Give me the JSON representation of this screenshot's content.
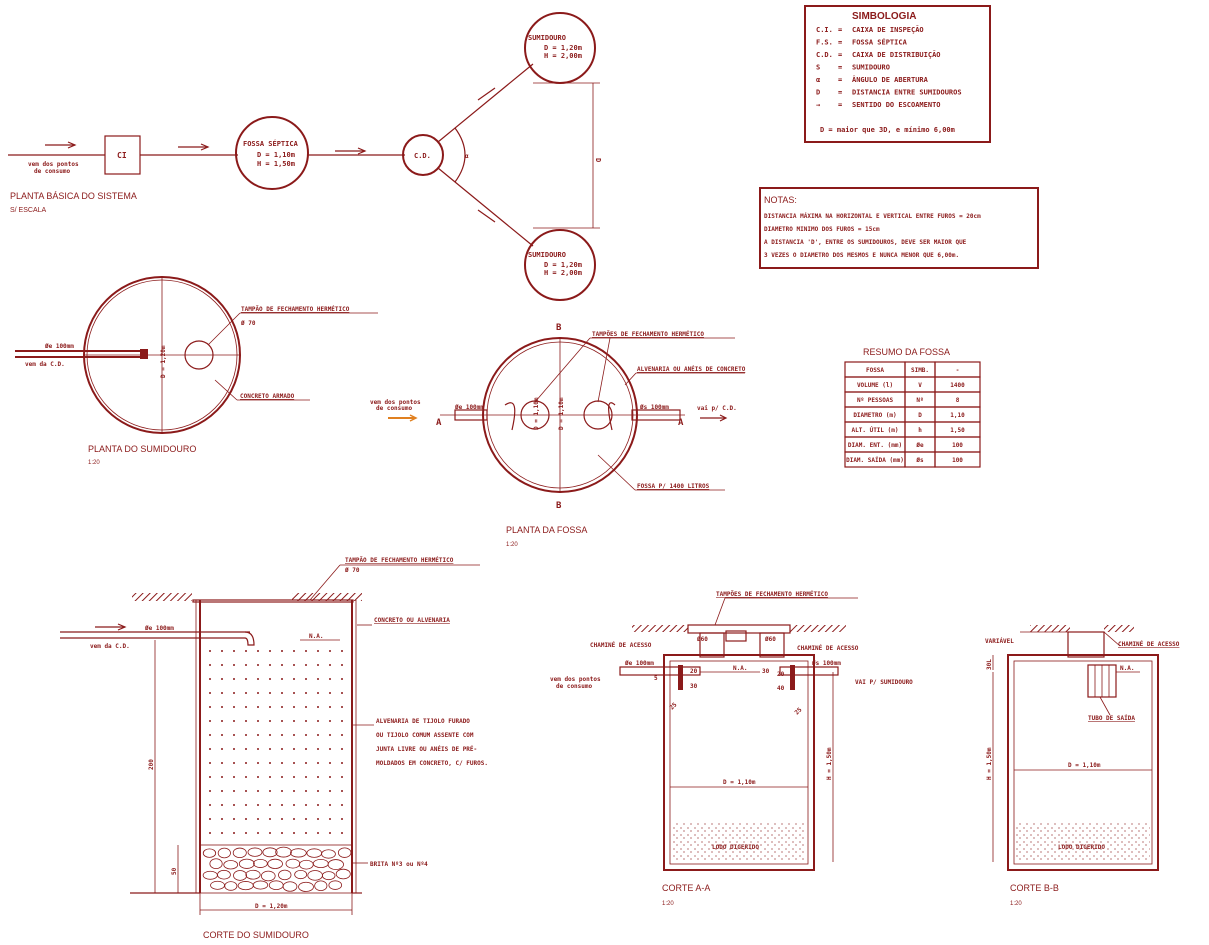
{
  "colors": {
    "line": "#8B1A1A"
  },
  "simbologia": {
    "title": "SIMBOLOGIA",
    "items": [
      {
        "code": "C.I.",
        "eq": "=",
        "desc": "CAIXA DE INSPEÇÃO"
      },
      {
        "code": "F.S.",
        "eq": "=",
        "desc": "FOSSA SÉPTICA"
      },
      {
        "code": "C.D.",
        "eq": "=",
        "desc": "CAIXA DE DISTRIBUIÇÃO"
      },
      {
        "code": "S",
        "eq": "=",
        "desc": "SUMIDOURO"
      },
      {
        "code": "α",
        "eq": "=",
        "desc": "ÂNGULO DE ABERTURA"
      },
      {
        "code": "D",
        "eq": "=",
        "desc": "DISTANCIA ENTRE SUMIDOUROS"
      },
      {
        "code": "→",
        "eq": "=",
        "desc": "SENTIDO DO ESCOAMENTO"
      }
    ],
    "rule": "D  =  maior que 3D, e mínimo 6,00m"
  },
  "notas": {
    "title": "NOTAS:",
    "lines": [
      "DISTANCIA MÁXIMA NA HORIZONTAL E VERTICAL ENTRE FUROS = 20cm",
      "DIAMETRO MINIMO DOS FUROS = 15cm",
      "A DISTANCIA 'D', ENTRE OS SUMIDOUROS, DEVE SER MAIOR QUE",
      "3 VEZES O DIAMETRO DOS MESMOS E NUNCA MENOR QUE 6,00m."
    ]
  },
  "resumo": {
    "title": "RESUMO DA FOSSA",
    "header": [
      "FOSSA",
      "SIMB.",
      "-"
    ],
    "rows": [
      [
        "VOLUME (l)",
        "V",
        "1400"
      ],
      [
        "Nº PESSOAS",
        "Nº",
        "8"
      ],
      [
        "DIAMETRO (m)",
        "D",
        "1,10"
      ],
      [
        "ALT. ÚTIL (m)",
        "h",
        "1,50"
      ],
      [
        "DIAM. ENT. (mm)",
        "Øe",
        "100"
      ],
      [
        "DIAM. SAÍDA (mm)",
        "Øs",
        "100"
      ]
    ]
  },
  "planta_basica": {
    "title": "PLANTA BÁSICA DO SISTEMA",
    "scale": "S/ ESCALA",
    "inlet1": "vem dos pontos",
    "inlet2": "de consumo",
    "ci": "CI",
    "fossa_label": "FOSSA SÉPTICA",
    "fossa_d": "D = 1,10m",
    "fossa_h": "H = 1,50m",
    "cd": "C.D.",
    "sum_label": "SUMIDOURO",
    "sum_d": "D = 1,20m",
    "sum_h": "H = 2,00m",
    "dim_d": "D",
    "alpha": "α"
  },
  "planta_sumidouro": {
    "title": "PLANTA DO SUMIDOURO",
    "scale": "1:20",
    "tampao": "TAMPÃO DE FECHAMENTO HERMÉTICO",
    "tampao_d": "Ø 70",
    "concreto": "CONCRETO ARMADO",
    "pipe": "Øe 100mm",
    "from": "vem da C.D.",
    "dim": "D = 1,20m"
  },
  "planta_fossa": {
    "title": "PLANTA DA FOSSA",
    "scale": "1:20",
    "tampoes": "TAMPÕES DE FECHAMENTO HERMÉTICO",
    "alvenaria": "ALVENARIA OU ANÉIS DE CONCRETO",
    "fossa": "FOSSA P/ 1400 LITROS",
    "in1": "vem dos pontos",
    "in2": "de consumo",
    "pipe_in": "Øe 100mm",
    "pipe_out": "Øs 100mm",
    "out": "vai p/ C.D.",
    "dim": "D = 1,10m",
    "dim2": "D = 1,10m"
  },
  "corte_sumidouro": {
    "title": "CORTE DO SUMIDOURO",
    "tampao": "TAMPÃO DE FECHAMENTO HERMÉTICO",
    "tampao_d": "Ø 70",
    "concreto": "CONCRETO OU ALVENARIA",
    "na": "N.A.",
    "pipe": "Øe 100mm",
    "from": "vem da C.D.",
    "alv1": "ALVENARIA DE TIJOLO FURADO",
    "alv2": "OU TIJOLO COMUM ASSENTE COM",
    "alv3": "JUNTA LIVRE OU ANÉIS DE PRÉ-",
    "alv4": "MOLDADOS EM CONCRETO, C/ FUROS.",
    "brita": "BRITA Nº3 ou Nº4",
    "h": "200",
    "h2": "50",
    "dim": "D = 1,20m"
  },
  "corte_aa": {
    "title": "CORTE A-A",
    "scale": "1:20",
    "tampoes": "TAMPÕES DE FECHAMENTO HERMÉTICO",
    "chamine": "CHAMINÉ DE ACESSO",
    "chamine2": "CHAMINÉ DE ACESSO",
    "o60a": "Ø60",
    "o60b": "Ø60",
    "pipe_in": "Øe 100mm",
    "pipe_out": "Øs 100mm",
    "in1": "vem dos pontos",
    "in2": "de consumo",
    "out": "VAI P/ SUMIDOURO",
    "na": "N.A.",
    "d": "D = 1,10m",
    "h": "H = 1,50m",
    "lodo": "LODO DIGERIDO",
    "n20": "20",
    "n30": "30",
    "n30b": "30",
    "n20b": "20",
    "n40": "40",
    "n5": "5",
    "n25": "25",
    "n25b": "25"
  },
  "corte_bb": {
    "title": "CORTE B-B",
    "scale": "1:20",
    "variavel": "VARIÁVEL",
    "chamine": "CHAMINÉ DE ACESSO",
    "tubo": "TUBO DE SAÍDA",
    "na": "N.A.",
    "d": "D = 1,10m",
    "h": "H = 1,50m",
    "lodo": "LODO DIGERIDO",
    "n": "30L"
  }
}
